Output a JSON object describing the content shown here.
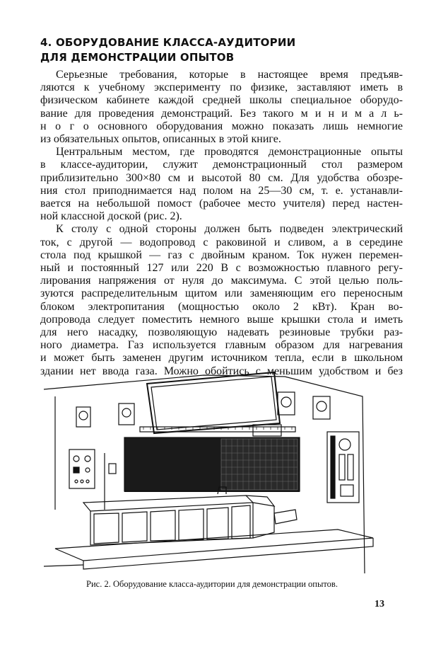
{
  "heading": {
    "line1": "4. ОБОРУДОВАНИЕ КЛАССА-АУДИТОРИИ",
    "line2": "ДЛЯ ДЕМОНСТРАЦИИ ОПЫТОВ"
  },
  "paragraphs": [
    {
      "lines": [
        "Серьезные требования, которые в настоящее время предъяв-",
        "ляются к учебному эксперименту по физике, заставляют иметь в",
        "физическом кабинете каждой средней школы специальное оборудо-",
        "вание для проведения демонстраций. Без такого м и н и м а л ь-",
        "н о г о  основного оборудования можно показать лишь немногие",
        "из обязательных опытов, описанных в этой книге."
      ]
    },
    {
      "lines": [
        "Центральным местом, где проводятся демонстрационные опыты",
        "в классе-аудитории, служит демонстрационный стол размером",
        "приблизительно 300×80 см и высотой 80 см. Для удобства обозре-",
        "ния стол приподнимается над полом на 25—30 см, т. е. устанавли-",
        "вается на небольшой помост (рабочее место учителя) перед настен-",
        "ной классной доской (рис. 2)."
      ]
    },
    {
      "lines": [
        "К столу с одной стороны должен быть подведен электрический",
        "ток, с другой — водопровод с раковиной и сливом, а в середине",
        "стола под крышкой — газ с двойным краном. Ток нужен перемен-",
        "ный и постоянный 127 или 220 В с возможностью плавного регу-",
        "лирования напряжения от нуля до максимума. С этой целью поль-",
        "зуются распределительным щитом или заменяющим его переносным",
        "блоком электропитания (мощностью около 2 кВт). Кран во-",
        "допровода следует поместить немного выше крышки стола и иметь",
        "для него насадку, позволяющую надевать резиновые трубки раз-",
        "ного диаметра. Газ используется главным образом для нагревания",
        "и может быть заменен другим источником тепла, если в школьном",
        "здании нет ввода газа. Можно обойтись с меньшим удобством и без"
      ]
    }
  ],
  "figure": {
    "caption": "Рис. 2. Оборудование класса-аудитории для демонстрации опытов.",
    "ink_color": "#111111",
    "board_color": "#1a1a1a"
  },
  "page_number": "13"
}
